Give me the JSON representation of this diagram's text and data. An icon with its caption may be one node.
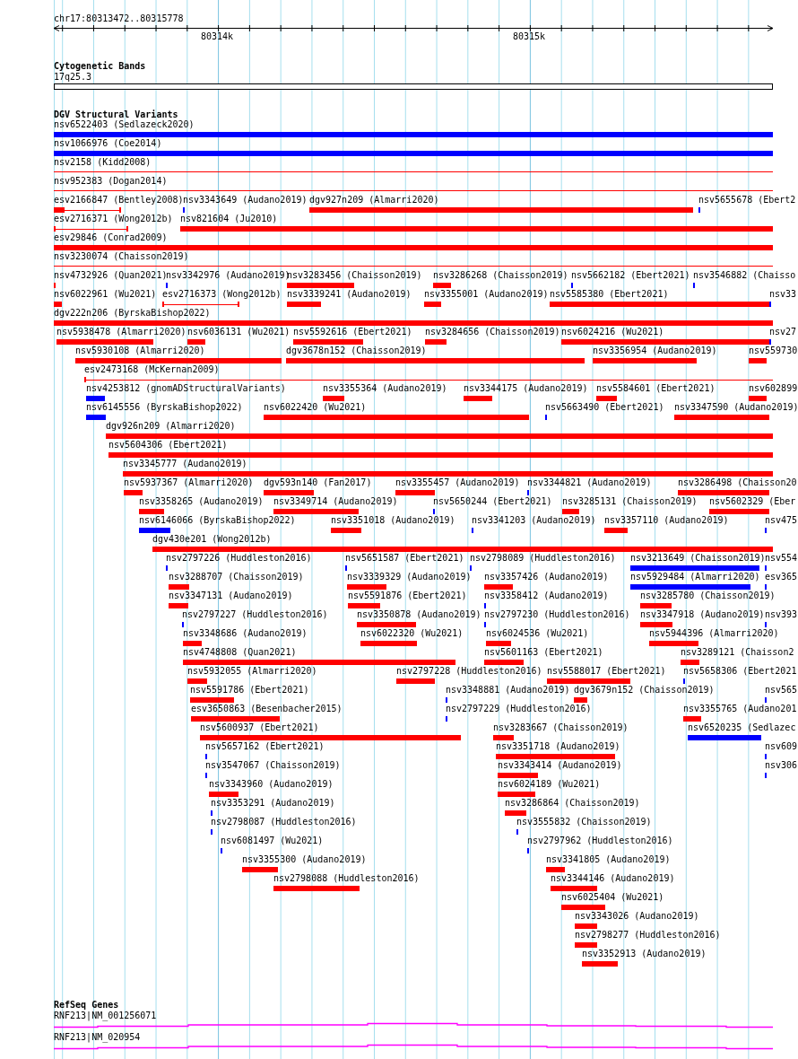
{
  "diagram": {
    "nodes": [
      {
        "text": [
          "17q25.3"
        ]
      },
      {
        "text": [
          "nsv6522403 (Sedlazeck2020)"
        ]
      },
      {
        "text": [
          "nsv1066976 (Coe2014)"
        ]
      },
      {
        "text": [
          "nsv2158 (Kidd2008)"
        ]
      },
      {
        "text": [
          "nsv952383 (Dogan2014)"
        ]
      },
      {
        "text": [
          "esv2166847 (Bentley2008)"
        ]
      },
      {
        "text": [
          "nsv3343649 (Audano2019)"
        ]
      },
      {
        "text": [
          "dgv927n209 (Almarri2020)"
        ]
      },
      {
        "text": [
          "nsv5655678 (Ebert2"
        ]
      },
      {
        "text": [
          "esv2716371 (Wong2012b)"
        ]
      },
      {
        "text": [
          "nsv821604 (Ju2010)"
        ]
      },
      {
        "text": [
          "esv29846 (Conrad2009)"
        ]
      },
      {
        "text": [
          "nsv3230074 (Chaisson2019)"
        ]
      },
      {
        "text": [
          "nsv4732926 (Quan2021)"
        ]
      },
      {
        "text": [
          "nsv3342976 (Audano2019)"
        ]
      },
      {
        "text": [
          "nsv3283456 (Chaisson2019)"
        ]
      },
      {
        "text": [
          "nsv3286268 (Chaisson2019)"
        ]
      },
      {
        "text": [
          "nsv5662182 (Ebert2021)"
        ]
      },
      {
        "text": [
          "nsv3546882 (Chaisso"
        ]
      },
      {
        "text": [
          "nsv6022961 (Wu2021)"
        ]
      },
      {
        "text": [
          "esv2716373 (Wong2012b)"
        ]
      },
      {
        "text": [
          "nsv3339241 (Audano2019)"
        ]
      },
      {
        "text": [
          "nsv3355001 (Audano2019)"
        ]
      },
      {
        "text": [
          "nsv5585380 (Ebert2021)"
        ]
      },
      {
        "text": [
          "nsv33"
        ]
      },
      {
        "text": [
          "dgv222n206 (ByrskaBishop2022)"
        ]
      },
      {
        "text": [
          "nsv5938478 (Almarri2020)"
        ]
      },
      {
        "text": [
          "nsv6036131 (Wu2021)"
        ]
      },
      {
        "text": [
          "nsv5592616 (Ebert2021)"
        ]
      },
      {
        "text": [
          "nsv3284656 (Chaisson2019)"
        ]
      },
      {
        "text": [
          "nsv6024216 (Wu2021)"
        ]
      },
      {
        "text": [
          "nsv27"
        ]
      },
      {
        "text": [
          "nsv5930108 (Almarri2020)"
        ]
      },
      {
        "text": [
          "dgv3678n152 (Chaisson2019)"
        ]
      },
      {
        "text": [
          "nsv3356954 (Audano2019)"
        ]
      },
      {
        "text": [
          "nsv559730"
        ]
      },
      {
        "text": [
          "esv2473168 (McKernan2009)"
        ]
      },
      {
        "text": [
          "nsv4253812 (gnomADStructuralVariants)"
        ]
      },
      {
        "text": [
          "nsv3355364 (Audano2019)"
        ]
      },
      {
        "text": [
          "nsv3344175 (Audano2019)"
        ]
      },
      {
        "text": [
          "nsv5584601 (Ebert2021)"
        ]
      },
      {
        "text": [
          "nsv602899"
        ]
      },
      {
        "text": [
          "nsv6145556 (ByrskaBishop2022)"
        ]
      },
      {
        "text": [
          "nsv6022420 (Wu2021)"
        ]
      },
      {
        "text": [
          "nsv5663490 (Ebert2021)"
        ]
      },
      {
        "text": [
          "nsv3347590 (Audano2019)"
        ]
      },
      {
        "text": [
          "dgv926n209 (Almarri2020)"
        ]
      },
      {
        "text": [
          "nsv5604306 (Ebert2021)"
        ]
      },
      {
        "text": [
          "nsv3345777 (Audano2019)"
        ]
      },
      {
        "text": [
          "nsv5937367 (Almarri2020)"
        ]
      },
      {
        "text": [
          "dgv593n140 (Fan2017)"
        ]
      },
      {
        "text": [
          "nsv3355457 (Audano2019)"
        ]
      },
      {
        "text": [
          "nsv3344821 (Audano2019)"
        ]
      },
      {
        "text": [
          "nsv3286498 (Chaisson20"
        ]
      },
      {
        "text": [
          "nsv3358265 (Audano2019)"
        ]
      },
      {
        "text": [
          "nsv3349714 (Audano2019)"
        ]
      },
      {
        "text": [
          "nsv5650244 (Ebert2021)"
        ]
      },
      {
        "text": [
          "nsv3285131 (Chaisson2019)"
        ]
      },
      {
        "text": [
          "nsv5602329 (Eber"
        ]
      },
      {
        "text": [
          "nsv6146066 (ByrskaBishop2022)"
        ]
      },
      {
        "text": [
          "nsv3351018 (Audano2019)"
        ]
      },
      {
        "text": [
          "nsv3341203 (Audano2019)"
        ]
      },
      {
        "text": [
          "nsv3357110 (Audano2019)"
        ]
      },
      {
        "text": [
          "nsv475"
        ]
      },
      {
        "text": [
          "dgv430e201 (Wong2012b)"
        ]
      },
      {
        "text": [
          "nsv2797226 (Huddleston2016)"
        ]
      },
      {
        "text": [
          "nsv5651587 (Ebert2021)"
        ]
      },
      {
        "text": [
          "nsv2798089 (Huddleston2016)"
        ]
      },
      {
        "text": [
          "nsv3213649 (Chaisson2019)"
        ]
      },
      {
        "text": [
          "nsv554"
        ]
      },
      {
        "text": [
          "nsv3288707 (Chaisson2019)"
        ]
      },
      {
        "text": [
          "nsv3339329 (Audano2019)"
        ]
      },
      {
        "text": [
          "nsv3357426 (Audano2019)"
        ]
      },
      {
        "text": [
          "nsv5929484 (Almarri2020)"
        ]
      },
      {
        "text": [
          "esv365"
        ]
      },
      {
        "text": [
          "nsv3347131 (Audano2019)"
        ]
      },
      {
        "text": [
          "nsv5591876 (Ebert2021)"
        ]
      },
      {
        "text": [
          "nsv3358412 (Audano2019)"
        ]
      },
      {
        "text": [
          "nsv3285780 (Chaisson2019)"
        ]
      },
      {
        "text": [
          "nsv2797227 (Huddleston2016)"
        ]
      },
      {
        "text": [
          "nsv3350878 (Audano2019)"
        ]
      },
      {
        "text": [
          "nsv2797230 (Huddleston2016)"
        ]
      },
      {
        "text": [
          "nsv3347918 (Audano2019)"
        ]
      },
      {
        "text": [
          "nsv393"
        ]
      },
      {
        "text": [
          "nsv3348686 (Audano2019)"
        ]
      },
      {
        "text": [
          "nsv6022320 (Wu2021)"
        ]
      },
      {
        "text": [
          "nsv6024536 (Wu2021)"
        ]
      },
      {
        "text": [
          "nsv5944396 (Almarri2020)"
        ]
      },
      {
        "text": [
          "nsv4748808 (Quan2021)"
        ]
      },
      {
        "text": [
          "nsv5601163 (Ebert2021)"
        ]
      },
      {
        "text": [
          "nsv3289121 (Chaisson2"
        ]
      },
      {
        "text": [
          "nsv5932055 (Almarri2020)"
        ]
      },
      {
        "text": [
          "nsv2797228 (Huddleston2016)"
        ]
      },
      {
        "text": [
          "nsv5588017 (Ebert2021)"
        ]
      },
      {
        "text": [
          "nsv5658306 (Ebert2021"
        ]
      },
      {
        "text": [
          "nsv5591786 (Ebert2021)"
        ]
      },
      {
        "text": [
          "nsv3348881 (Audano2019)"
        ]
      },
      {
        "text": [
          "dgv3679n152 (Chaisson2019)"
        ]
      },
      {
        "text": [
          "nsv565"
        ]
      },
      {
        "text": [
          "esv3650863 (Besenbacher2015)"
        ]
      },
      {
        "text": [
          "nsv2797229 (Huddleston2016)"
        ]
      },
      {
        "text": [
          "nsv3355765 (Audano201"
        ]
      },
      {
        "text": [
          "nsv5600937 (Ebert2021)"
        ]
      },
      {
        "text": [
          "nsv3283667 (Chaisson2019)"
        ]
      },
      {
        "text": [
          "nsv6520235 (Sedlazec"
        ]
      },
      {
        "text": [
          "nsv5657162 (Ebert2021)"
        ]
      },
      {
        "text": [
          "nsv3351718 (Audano2019)"
        ]
      },
      {
        "text": [
          "nsv609"
        ]
      },
      {
        "text": [
          "nsv3547067 (Chaisson2019)"
        ]
      },
      {
        "text": [
          "nsv3343414 (Audano2019)"
        ]
      },
      {
        "text": [
          "nsv306"
        ]
      },
      {
        "text": [
          "nsv3343960 (Audano2019)"
        ]
      },
      {
        "text": [
          "nsv6024189 (Wu2021)"
        ]
      },
      {
        "text": [
          "nsv3353291 (Audano2019)"
        ]
      },
      {
        "text": [
          "nsv3286864 (Chaisson2019)"
        ]
      },
      {
        "text": [
          "nsv2798087 (Huddleston2016)"
        ]
      },
      {
        "text": [
          "nsv3555832 (Chaisson2019)"
        ]
      },
      {
        "text": [
          "nsv6081497 (Wu2021)"
        ]
      },
      {
        "text": [
          "nsv2797962 (Huddleston2016)"
        ]
      },
      {
        "text": [
          "nsv3355300 (Audano2019)"
        ]
      },
      {
        "text": [
          "nsv3341805 (Audano2019)"
        ]
      },
      {
        "text": [
          "nsv2798088 (Huddleston2016)"
        ]
      },
      {
        "text": [
          "nsv3344146 (Audano2019)"
        ]
      },
      {
        "text": [
          "nsv6025404 (Wu2021)"
        ]
      },
      {
        "text": [
          "nsv3343026 (Audano2019)"
        ]
      },
      {
        "text": [
          "nsv2798277 (Huddleston2016)"
        ]
      },
      {
        "text": [
          "nsv3352913 (Audano2019)"
        ]
      },
      {
        "text": [
          "RNF213|NM_001256071"
        ]
      },
      {
        "text": [
          "RNF213|NM_020954"
        ]
      }
    ],
    "labels": [
      "chr17:80313472..80315778",
      "80314k",
      "80315k",
      "Cytogenetic Bands",
      "DGV Structural Variants",
      "RefSeq Genes"
    ]
  }
}
